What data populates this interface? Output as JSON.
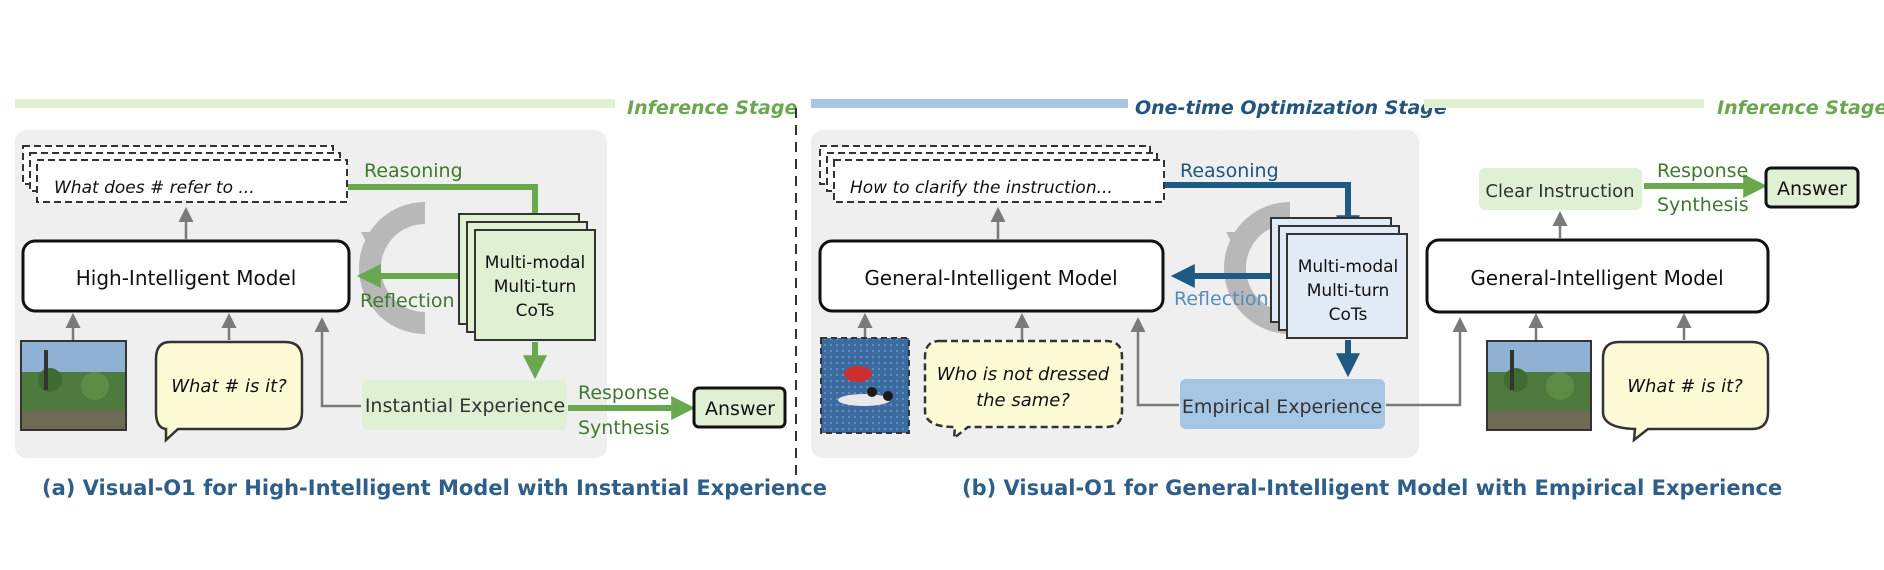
{
  "colors": {
    "green_dark": "#6aa84f",
    "green_text": "#3d7a2e",
    "green_light": "#dff0d3",
    "blue_dark": "#1f5a85",
    "blue_light": "#a7c6e3",
    "blue_text": "#23547d",
    "panel_gray": "#efefef",
    "bubble_yellow": "#fdfbd6",
    "caption_blue": "#2e5f8a"
  },
  "panel_a": {
    "stage_label": "Inference Stage",
    "query": "What does # refer to ...",
    "reasoning": "Reasoning",
    "reflection": "Reflection",
    "model": "High-Intelligent Model",
    "cots": [
      "Multi-modal",
      "Multi-turn",
      "CoTs"
    ],
    "experience": "Instantial Experience",
    "response": "Response",
    "synthesis": "Synthesis",
    "answer": "Answer",
    "question": "What # is it?",
    "caption": "(a) Visual-O1 for High-Intelligent Model with Instantial Experience"
  },
  "panel_b": {
    "stage_opt": "One-time Optimization Stage",
    "stage_inf": "Inference Stage",
    "query": "How to clarify the instruction...",
    "reasoning": "Reasoning",
    "reflection": "Reflection",
    "model_left": "General-Intelligent Model",
    "model_right": "General-Intelligent Model",
    "cots": [
      "Multi-modal",
      "Multi-turn",
      "CoTs"
    ],
    "experience": "Empirical Experience",
    "question_left": [
      "Who is not dressed",
      "the same?"
    ],
    "question_right": "What # is it?",
    "clear_instruction": "Clear Instruction",
    "response": "Response",
    "synthesis": "Synthesis",
    "answer": "Answer",
    "caption": "(b) Visual-O1 for General-Intelligent Model with Empirical Experience"
  }
}
